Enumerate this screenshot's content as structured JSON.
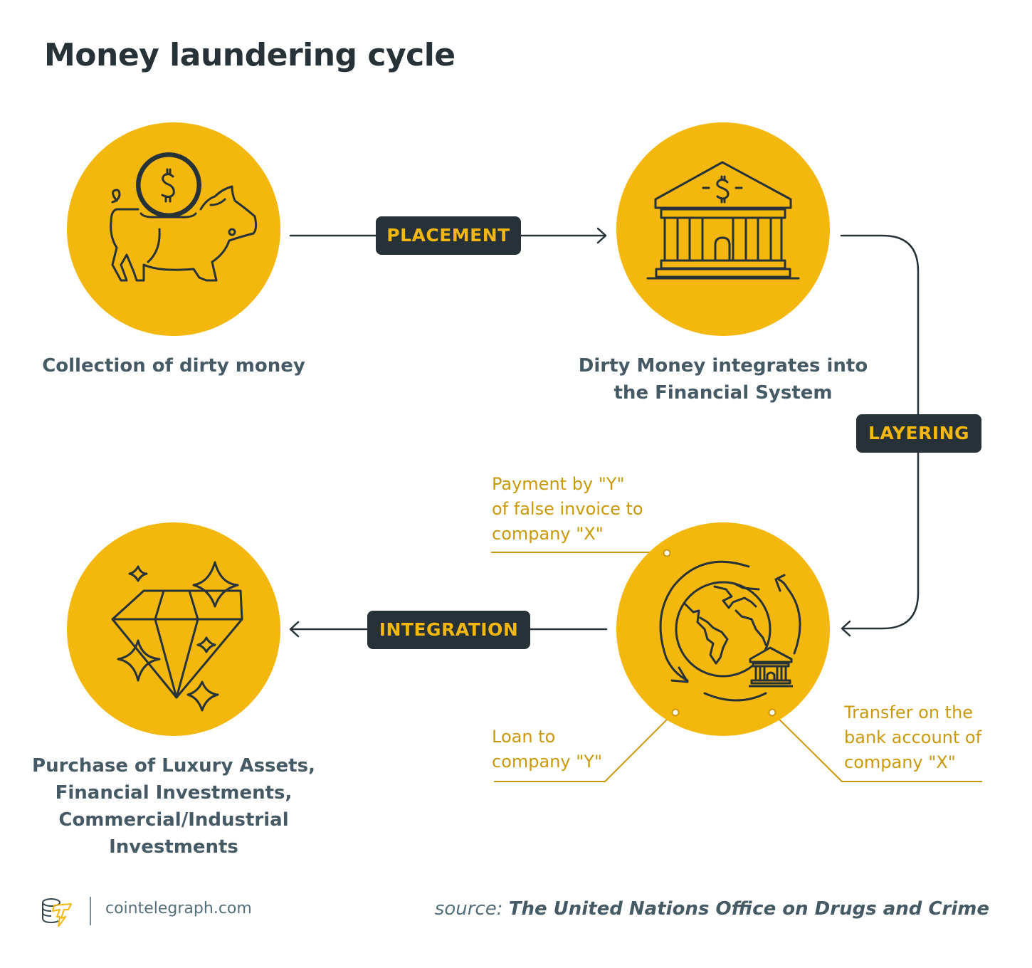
{
  "title": "Money laundering cycle",
  "colors": {
    "accent": "#F4B70D",
    "dark": "#263238",
    "text": "#455A64",
    "callout": "#C9990A"
  },
  "stages": [
    {
      "id": "collection",
      "icon": "piggy-bank-icon",
      "label_lines": [
        "Collection of dirty money"
      ]
    },
    {
      "id": "financial-system",
      "icon": "bank-icon",
      "label_lines": [
        "Dirty Money integrates into",
        "the Financial System"
      ]
    },
    {
      "id": "global-transfers",
      "icon": "globe-cycle-icon",
      "label_lines": []
    },
    {
      "id": "luxury-assets",
      "icon": "diamond-icon",
      "label_lines": [
        "Purchase of Luxury Assets,",
        "Financial Investments,",
        "Commercial/Industrial",
        "Investments"
      ]
    }
  ],
  "phases": {
    "placement": "PLACEMENT",
    "layering": "LAYERING",
    "integration": "INTEGRATION"
  },
  "callouts": {
    "payment": [
      "Payment by \"Y\"",
      "of false invoice to",
      "company \"X\""
    ],
    "loan": [
      "Loan to",
      "company \"Y\""
    ],
    "transfer": [
      "Transfer on the",
      "bank account of",
      "company \"X\""
    ]
  },
  "footer": {
    "site": "cointelegraph.com",
    "source_prefix": "source:",
    "source_name": "The United Nations Office on Drugs and Crime"
  }
}
